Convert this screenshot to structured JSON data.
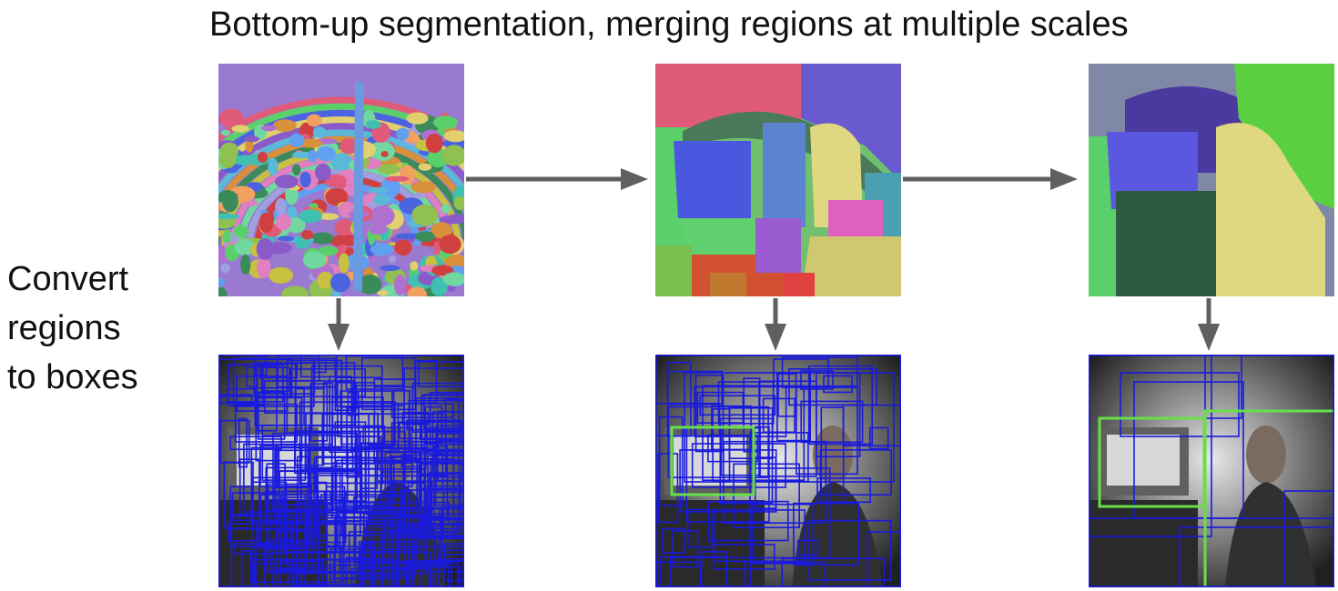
{
  "title": "Bottom-up segmentation, merging regions at multiple scales",
  "side_label": {
    "lines": [
      "Convert",
      "regions",
      "to boxes"
    ]
  },
  "stages": [
    {
      "segmentation": "fine-scale-segmentation",
      "boxes": "many-candidate-boxes"
    },
    {
      "segmentation": "medium-scale-segmentation",
      "boxes": "medium-candidate-boxes"
    },
    {
      "segmentation": "coarse-scale-segmentation",
      "boxes": "few-candidate-boxes"
    }
  ],
  "colors": {
    "arrow": "#606060",
    "box_blue": "#1a1adc",
    "box_green": "#66e04a",
    "background": "#ffffff"
  }
}
